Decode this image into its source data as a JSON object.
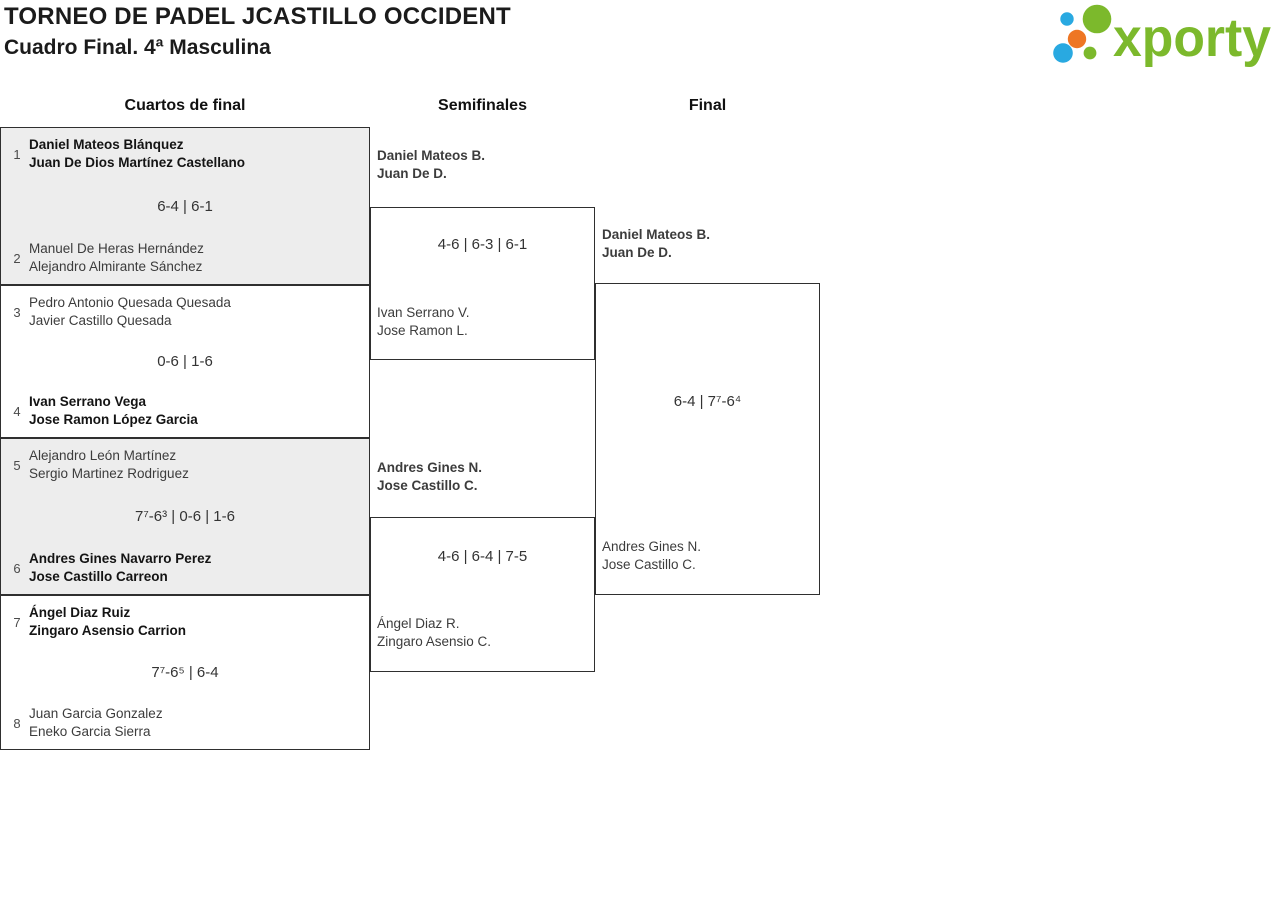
{
  "header": {
    "title": "TORNEO DE PADEL JCASTILLO OCCIDENT",
    "subtitle": "Cuadro Final. 4ª Masculina",
    "logo_text": "xporty"
  },
  "round_headers": {
    "quarterfinals": "Cuartos de final",
    "semifinals": "Semifinales",
    "final": "Final"
  },
  "colors": {
    "brand_green": "#7CB92C",
    "brand_blue": "#29A9E1",
    "brand_orange": "#EE7623",
    "match_alt_bg": "#EDEDED",
    "bracket_line": "#2F2F2F"
  },
  "quarterfinals": [
    {
      "seed_top": "1",
      "team_top": [
        "Daniel Mateos Blánquez",
        "Juan De Dios Martínez Castellano"
      ],
      "team_top_winner": true,
      "score": "6-4 | 6-1",
      "seed_bottom": "2",
      "team_bottom": [
        "Manuel De Heras Hernández",
        "Alejandro Almirante Sánchez"
      ],
      "team_bottom_winner": false
    },
    {
      "seed_top": "3",
      "team_top": [
        "Pedro Antonio Quesada Quesada",
        "Javier Castillo Quesada"
      ],
      "team_top_winner": false,
      "score": "0-6 | 1-6",
      "seed_bottom": "4",
      "team_bottom": [
        "Ivan Serrano Vega",
        "Jose Ramon López Garcia"
      ],
      "team_bottom_winner": true
    },
    {
      "seed_top": "5",
      "team_top": [
        "Alejandro León Martínez",
        "Sergio Martinez Rodriguez"
      ],
      "team_top_winner": false,
      "score": "7⁷-6³ | 0-6 | 1-6",
      "seed_bottom": "6",
      "team_bottom": [
        "Andres Gines Navarro Perez",
        "Jose Castillo Carreon"
      ],
      "team_bottom_winner": true
    },
    {
      "seed_top": "7",
      "team_top": [
        "Ángel Diaz Ruiz",
        "Zingaro Asensio Carrion"
      ],
      "team_top_winner": true,
      "score": "7⁷-6⁵ | 6-4",
      "seed_bottom": "8",
      "team_bottom": [
        "Juan Garcia Gonzalez",
        "Eneko Garcia Sierra"
      ],
      "team_bottom_winner": false
    }
  ],
  "semifinals": [
    {
      "team_top": [
        "Daniel Mateos B.",
        "Juan De D."
      ],
      "team_top_winner": true,
      "score": "4-6 | 6-3 | 6-1",
      "team_bottom": [
        "Ivan Serrano V.",
        "Jose Ramon L."
      ],
      "team_bottom_winner": false
    },
    {
      "team_top": [
        "Andres Gines N.",
        "Jose Castillo C."
      ],
      "team_top_winner": true,
      "score": "4-6 | 6-4 | 7-5",
      "team_bottom": [
        "Ángel Diaz R.",
        "Zingaro Asensio C."
      ],
      "team_bottom_winner": false
    }
  ],
  "final": {
    "team_top": [
      "Daniel Mateos B.",
      "Juan De D."
    ],
    "team_top_winner": true,
    "score": "6-4 | 7⁷-6⁴",
    "team_bottom": [
      "Andres Gines N.",
      "Jose Castillo C."
    ],
    "team_bottom_winner": false
  }
}
